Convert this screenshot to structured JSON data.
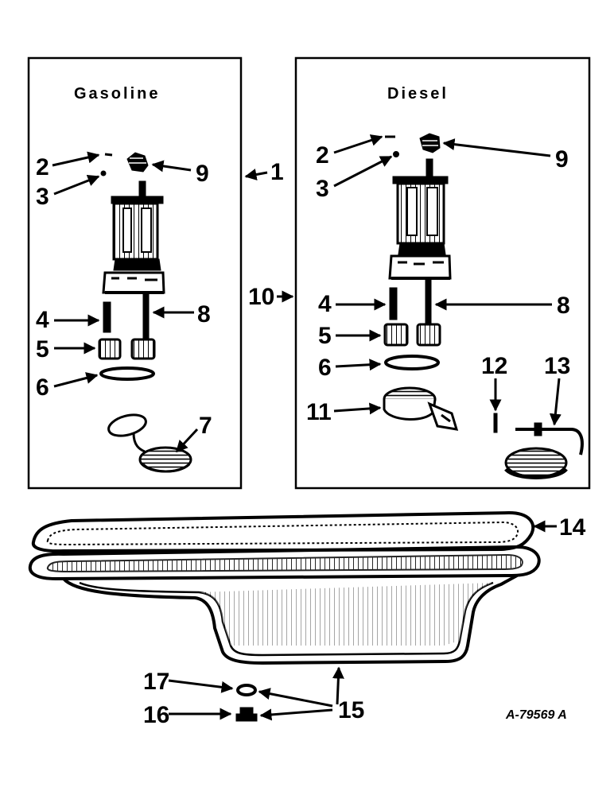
{
  "panels": {
    "gasoline_title": "Gasoline",
    "diesel_title": "Diesel"
  },
  "callouts": {
    "g2": "2",
    "g3": "3",
    "g9": "9",
    "g1": "1",
    "g4": "4",
    "g8": "8",
    "g5": "5",
    "g6": "6",
    "g7": "7",
    "d2": "2",
    "d3": "3",
    "d9": "9",
    "d4": "4",
    "d8": "8",
    "d5": "5",
    "d6": "6",
    "d11": "11",
    "d12": "12",
    "d13": "13",
    "c10": "10",
    "c14": "14",
    "c17": "17",
    "c16": "16",
    "c15": "15"
  },
  "figure_code": "A-79569 A"
}
